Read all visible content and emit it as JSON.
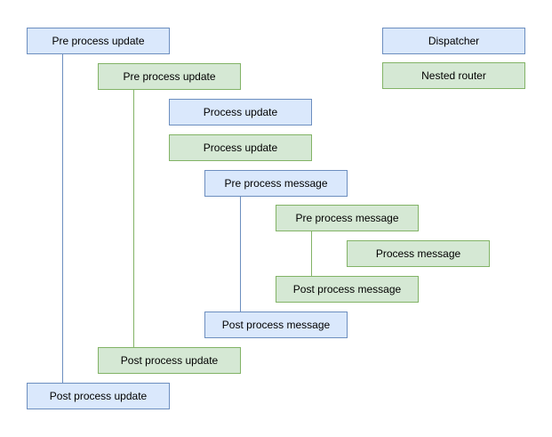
{
  "diagram": {
    "palette": {
      "background": "#ffffff",
      "text_color": "#000000",
      "blue_fill": "#dae8fc",
      "blue_stroke": "#6c8ebf",
      "green_fill": "#d5e8d4",
      "green_stroke": "#82b366"
    },
    "nodes": [
      {
        "label": "Pre process update",
        "variant": "blue"
      },
      {
        "label": "Dispatcher",
        "variant": "blue"
      },
      {
        "label": "Pre process update",
        "variant": "green"
      },
      {
        "label": "Nested router",
        "variant": "green"
      },
      {
        "label": "Process update",
        "variant": "blue"
      },
      {
        "label": "Process update",
        "variant": "green"
      },
      {
        "label": "Pre process message",
        "variant": "blue"
      },
      {
        "label": "Pre process message",
        "variant": "green"
      },
      {
        "label": "Process message",
        "variant": "green"
      },
      {
        "label": "Post process message",
        "variant": "green"
      },
      {
        "label": "Post process message",
        "variant": "blue"
      },
      {
        "label": "Post process update",
        "variant": "green"
      },
      {
        "label": "Post process update",
        "variant": "blue"
      }
    ],
    "connectors": [
      {
        "from": "Pre process update",
        "to": "Post process update",
        "color": "blue"
      },
      {
        "from": "Pre process update",
        "to": "Post process update",
        "color": "green"
      },
      {
        "from": "Pre process message",
        "to": "Post process message",
        "color": "blue"
      },
      {
        "from": "Pre process message",
        "to": "Post process message",
        "color": "green"
      }
    ]
  }
}
